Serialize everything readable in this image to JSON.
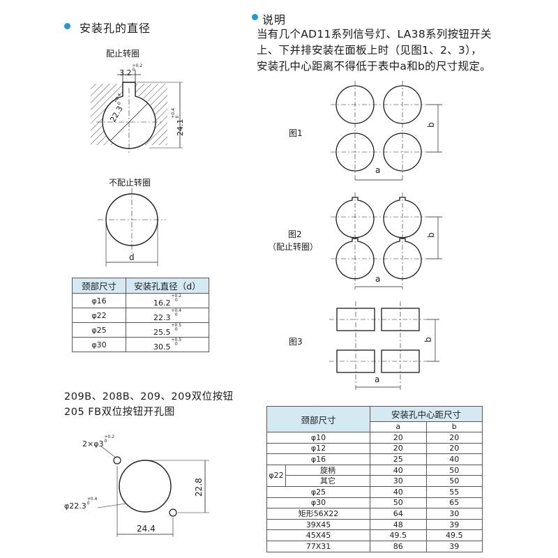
{
  "left_section": {
    "title": "安装孔的直径",
    "fig_stop_ring_label": "配止转圈",
    "fig_stop_ring_dims": {
      "keyway": "3.2",
      "keyway_tol": "+0.2 0",
      "diameter": "22.3",
      "diameter_tol": "+0.4 0",
      "height": "24.1",
      "height_tol": "+0.4 0"
    },
    "fig_no_ring_label": "不配止转圈",
    "fig_no_ring_dim": "d",
    "table": {
      "headers": [
        "颈部尺寸",
        "安装孔直径（d）"
      ],
      "rows": [
        {
          "neck": "φ16",
          "dia": "16.2",
          "tol": "+0.2 0"
        },
        {
          "neck": "φ22",
          "dia": "22.3",
          "tol": "+0.4 0"
        },
        {
          "neck": "φ25",
          "dia": "25.5",
          "tol": "+0.5 0"
        },
        {
          "neck": "φ30",
          "dia": "30.5",
          "tol": "+0.5 0"
        }
      ]
    }
  },
  "bottom_left": {
    "title_line1": "209B、208B、209、209双位按钮",
    "title_line2": "205 FB双位按钮开孔图",
    "small_hole_label": "2×φ3",
    "small_hole_tol": "+0.2 0",
    "big_hole_label": "φ22.3",
    "big_hole_tol": "+0.4 0",
    "height_dim": "22.8",
    "width_dim": "24.4"
  },
  "right_section": {
    "title": "说明",
    "lines": [
      "当有几个AD11系列信号灯、LA38系列按钮开关",
      "上、下并排安装在面板上时（见图1、2、3），",
      "安装孔中心距离不得低于表中a和b的尺寸规定。"
    ],
    "fig1_label": "图1",
    "fig2_label": "图2",
    "fig2_sub": "（配止转圈）",
    "fig3_label": "图3",
    "dim_a": "a",
    "dim_b": "b",
    "table": {
      "header_neck": "颈部尺寸",
      "header_group": "安装孔中心距尺寸",
      "header_a": "a",
      "header_b": "b",
      "rows": [
        {
          "neck": "φ10",
          "a": "20",
          "b": "20"
        },
        {
          "neck": "φ12",
          "a": "20",
          "b": "20"
        },
        {
          "neck": "φ16",
          "a": "25",
          "b": "40"
        },
        {
          "neck": "φ22",
          "sub": "旋柄",
          "a": "40",
          "b": "50"
        },
        {
          "sub": "其它",
          "a": "30",
          "b": "50"
        },
        {
          "neck": "φ25",
          "a": "40",
          "b": "55"
        },
        {
          "neck": "φ30",
          "a": "50",
          "b": "65"
        },
        {
          "neck": "矩形56X22",
          "a": "64",
          "b": "30"
        },
        {
          "neck": "39X45",
          "a": "48",
          "b": "39"
        },
        {
          "neck": "45X45",
          "a": "49.5",
          "b": "49.5"
        },
        {
          "neck": "77X31",
          "a": "86",
          "b": "39"
        }
      ]
    }
  },
  "colors": {
    "accent": "#1a9ad6",
    "table_header_bg": "#d5e9f3",
    "hatch": "#444444"
  }
}
